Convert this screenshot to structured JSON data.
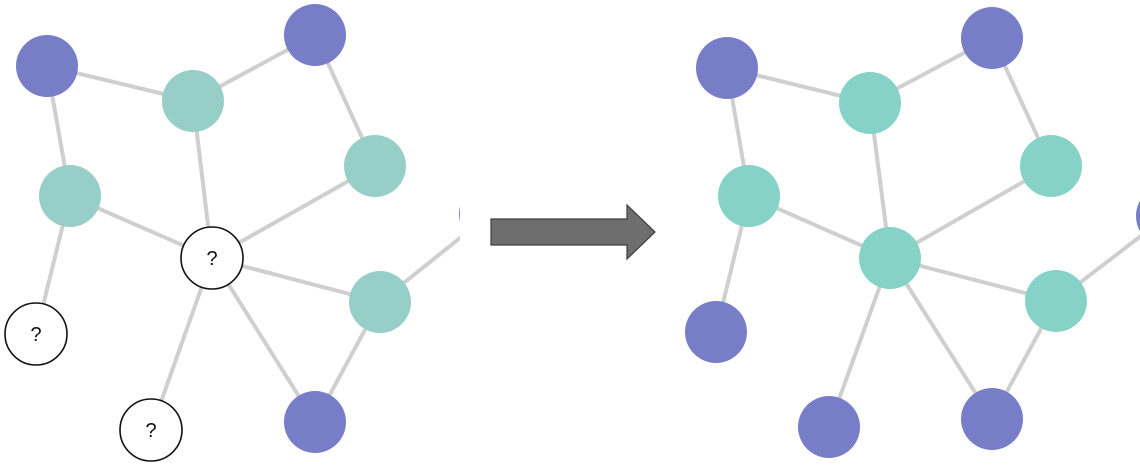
{
  "unknown_mark": "?",
  "colors": {
    "edge": "#cfcfcf",
    "purple_node": "#787dc7",
    "teal_node_before": "#97cec7",
    "teal_node_after": "#86d2c6",
    "unknown_fill": "#ffffff",
    "unknown_stroke": "#111111",
    "arrow_fill": "#6e6e6e",
    "arrow_stroke": "#3d3d3d"
  },
  "graphs": {
    "before": {
      "nodes": [
        {
          "id": "a",
          "type": "purple"
        },
        {
          "id": "b",
          "type": "teal"
        },
        {
          "id": "c",
          "type": "purple"
        },
        {
          "id": "d",
          "type": "teal"
        },
        {
          "id": "e",
          "type": "teal"
        },
        {
          "id": "f",
          "type": "unknown"
        },
        {
          "id": "g",
          "type": "purple"
        },
        {
          "id": "h",
          "type": "unknown"
        },
        {
          "id": "i",
          "type": "teal"
        },
        {
          "id": "j",
          "type": "unknown"
        },
        {
          "id": "k",
          "type": "purple"
        }
      ]
    },
    "after": {
      "nodes": [
        {
          "id": "a",
          "type": "purple"
        },
        {
          "id": "b",
          "type": "teal"
        },
        {
          "id": "c",
          "type": "purple"
        },
        {
          "id": "d",
          "type": "teal"
        },
        {
          "id": "e",
          "type": "teal"
        },
        {
          "id": "f",
          "type": "teal"
        },
        {
          "id": "g",
          "type": "purple"
        },
        {
          "id": "h",
          "type": "purple"
        },
        {
          "id": "i",
          "type": "teal"
        },
        {
          "id": "j",
          "type": "purple"
        },
        {
          "id": "k",
          "type": "purple"
        }
      ]
    },
    "edges": [
      [
        "a",
        "b"
      ],
      [
        "b",
        "c"
      ],
      [
        "a",
        "e"
      ],
      [
        "b",
        "f"
      ],
      [
        "c",
        "d"
      ],
      [
        "e",
        "f"
      ],
      [
        "d",
        "f"
      ],
      [
        "e",
        "h"
      ],
      [
        "f",
        "i"
      ],
      [
        "f",
        "j"
      ],
      [
        "f",
        "k"
      ],
      [
        "i",
        "k"
      ],
      [
        "i",
        "g"
      ]
    ]
  }
}
